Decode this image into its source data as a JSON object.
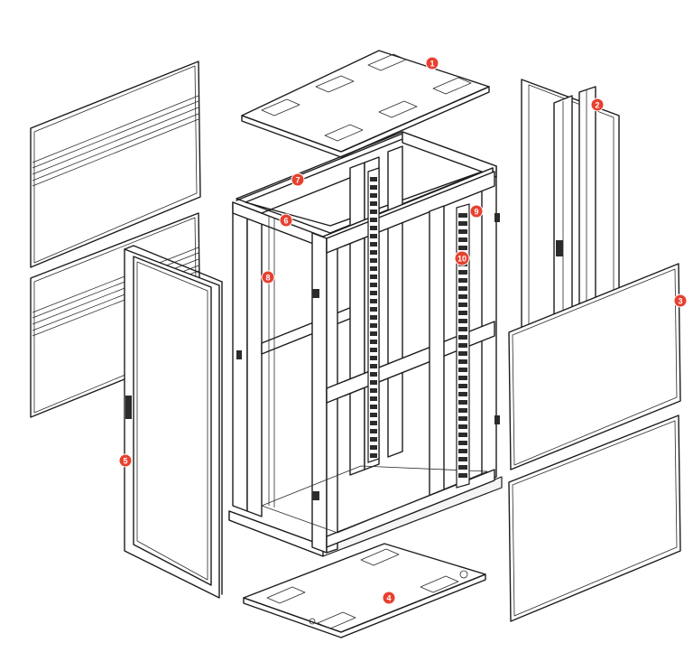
{
  "colors": {
    "callout": "#e8402f",
    "callout_text": "#ffffff",
    "line": "#1c1c1c",
    "background": "#ffffff"
  },
  "callouts": [
    {
      "id": "1",
      "label": "1",
      "part": "top-cover"
    },
    {
      "id": "2",
      "label": "2",
      "part": "rear-door"
    },
    {
      "id": "3",
      "label": "3",
      "part": "right-side-panel"
    },
    {
      "id": "4",
      "label": "4",
      "part": "bottom-cover"
    },
    {
      "id": "5",
      "label": "5",
      "part": "front-door"
    },
    {
      "id": "6",
      "label": "6",
      "part": "front-top-frame"
    },
    {
      "id": "7",
      "label": "7",
      "part": "rear-top-frame"
    },
    {
      "id": "8",
      "label": "8",
      "part": "vertical-post"
    },
    {
      "id": "9",
      "label": "9",
      "part": "mounting-rail"
    },
    {
      "id": "10",
      "label": "10",
      "part": "u-numbered-rail"
    }
  ]
}
